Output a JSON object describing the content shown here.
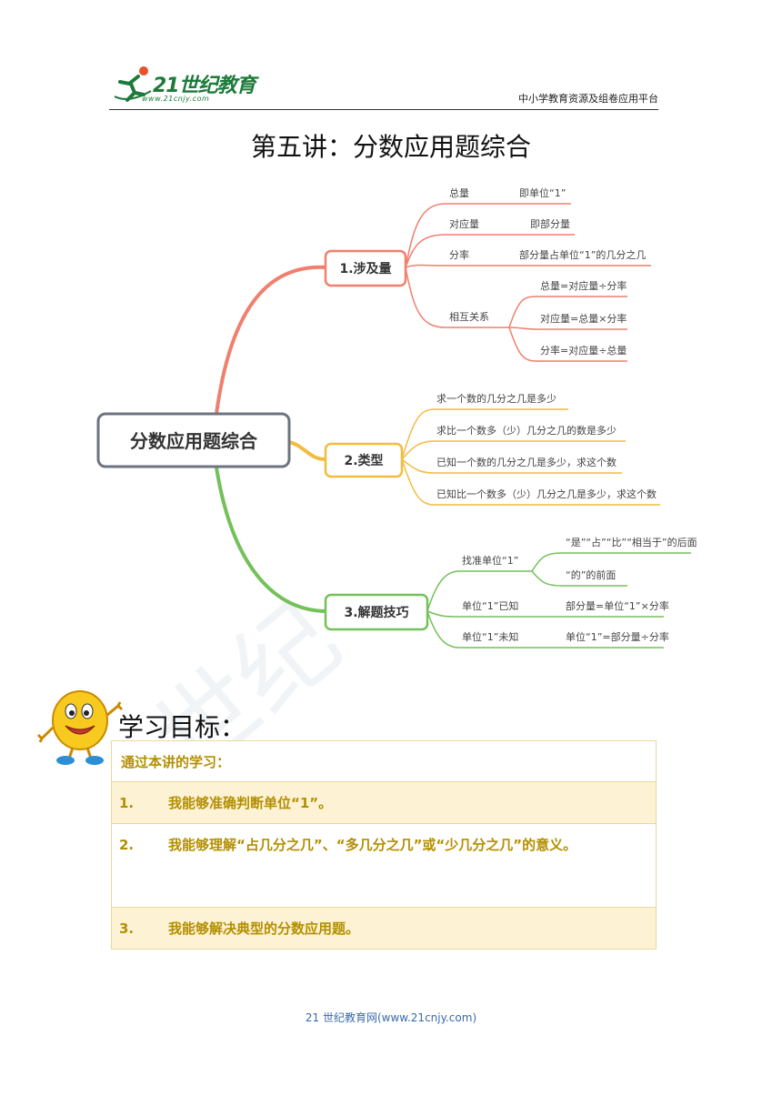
{
  "header": {
    "logo_number": "21世纪教育",
    "logo_url": "www.21cnjy.com",
    "right_text": "中小学教育资源及组卷应用平台"
  },
  "title": "第五讲：分数应用题综合",
  "mindmap": {
    "root": "分数应用题综合",
    "branches": [
      {
        "label": "1.涉及量",
        "color": "#f07f6e",
        "items": [
          {
            "name": "总量",
            "desc": "即单位“1”"
          },
          {
            "name": "对应量",
            "desc": "即部分量"
          },
          {
            "name": "分率",
            "desc": "部分量占单位“1”的几分之几"
          },
          {
            "name": "相互关系",
            "subs": [
              "总量=对应量÷分率",
              "对应量=总量×分率",
              "分率=对应量÷总量"
            ]
          }
        ]
      },
      {
        "label": "2.类型",
        "color": "#f3bc3e",
        "items": [
          {
            "name": "求一个数的几分之几是多少"
          },
          {
            "name": "求比一个数多（少）几分之几的数是多少"
          },
          {
            "name": "已知一个数的几分之几是多少，求这个数"
          },
          {
            "name": "已知比一个数多（少）几分之几是多少，求这个数"
          }
        ]
      },
      {
        "label": "3.解题技巧",
        "color": "#74c15a",
        "items": [
          {
            "name": "找准单位“1”",
            "subs": [
              "“是”“占”“比”“相当于”的后面",
              "“的”的前面"
            ]
          },
          {
            "name": "单位“1”已知",
            "desc": "部分量=单位“1”×分率"
          },
          {
            "name": "单位“1”未知",
            "desc": "单位“1”=部分量÷分率"
          }
        ]
      }
    ]
  },
  "goals": {
    "title": "学习目标：",
    "intro": "通过本讲的学习：",
    "items": [
      {
        "num": "1.",
        "text": "我能够准确判断单位“1”。"
      },
      {
        "num": "2.",
        "text": "我能够理解“占几分之几”、“多几分之几”或“少几分之几”的意义。"
      },
      {
        "num": "3.",
        "text": "我能够解决典型的分数应用题。"
      }
    ]
  },
  "footer": "21 世纪教育网(www.21cnjy.com)"
}
